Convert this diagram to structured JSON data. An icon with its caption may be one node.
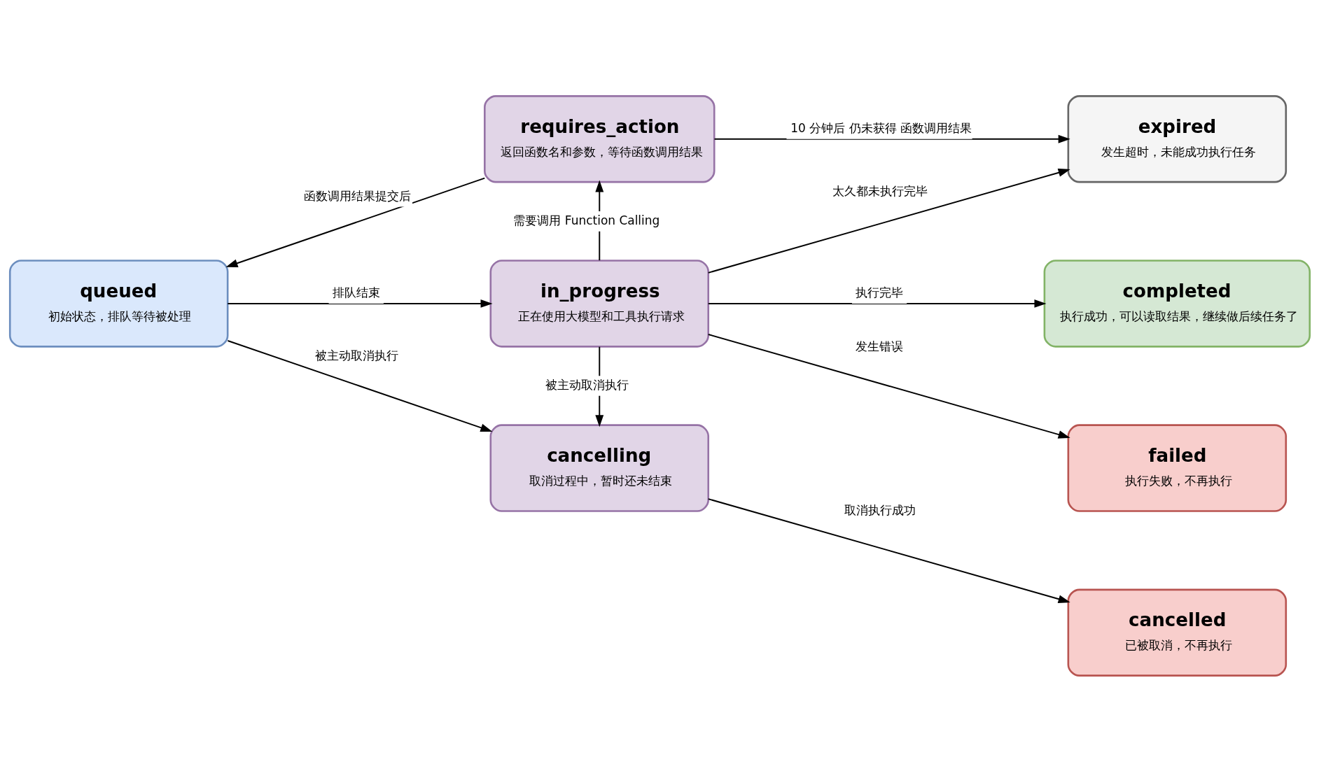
{
  "diagram": {
    "nodes": [
      {
        "text": [
          "queued",
          "初始状态，排队等待被处理"
        ]
      },
      {
        "text": [
          "requires_action",
          "返回函数名和参数，等待函数调用结果"
        ]
      },
      {
        "text": [
          "in_progress",
          "正在使用大模型和工具执行请求"
        ]
      },
      {
        "text": [
          "cancelling",
          "取消过程中，暂时还未结束"
        ]
      },
      {
        "text": [
          "expired",
          "发生超时，未能成功执行任务"
        ]
      },
      {
        "text": [
          "completed",
          "执行成功，可以读取结果，继续做后续任务了"
        ]
      },
      {
        "text": [
          "failed",
          "执行失败，不再执行"
        ]
      },
      {
        "text": [
          "cancelled",
          "已被取消，不再执行"
        ]
      }
    ],
    "edges": [
      {
        "from": 0,
        "to": 2,
        "arrow": "to",
        "label": "排队结束"
      },
      {
        "from": 2,
        "to": 1,
        "arrow": "to",
        "label": "需要调用 Function Calling"
      },
      {
        "from": 1,
        "to": 0,
        "arrow": "to",
        "label": "函数调用结果提交后"
      },
      {
        "from": 1,
        "to": 4,
        "arrow": "to",
        "label": "10 分钟后 仍未获得 函数调用结果"
      },
      {
        "from": 2,
        "to": 4,
        "arrow": "to",
        "label": "太久都未执行完毕"
      },
      {
        "from": 2,
        "to": 5,
        "arrow": "to",
        "label": "执行完毕"
      },
      {
        "from": 2,
        "to": 6,
        "arrow": "to",
        "label": "发生错误"
      },
      {
        "from": 2,
        "to": 3,
        "arrow": "to",
        "label": "被主动取消执行"
      },
      {
        "from": 0,
        "to": 3,
        "arrow": "to",
        "label": "被主动取消执行"
      },
      {
        "from": 3,
        "to": 7,
        "arrow": "to",
        "label": "取消执行成功"
      }
    ]
  }
}
